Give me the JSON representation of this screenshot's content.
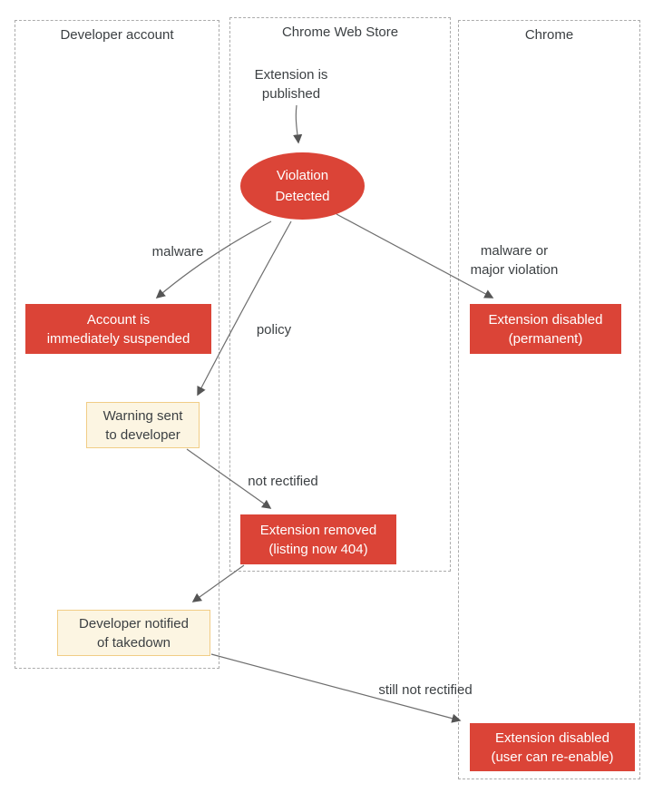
{
  "diagram": {
    "lanes": [
      {
        "label": "Developer account"
      },
      {
        "label": "Chrome Web Store"
      },
      {
        "label": "Chrome"
      }
    ],
    "nodes": {
      "published": "Extension is\npublished",
      "violation": "Violation\nDetected",
      "account_suspended": "Account is\nimmediately suspended",
      "ext_disabled_permanent": "Extension disabled\n(permanent)",
      "warning_sent": "Warning sent\nto developer",
      "ext_removed": "Extension removed\n(listing now 404)",
      "dev_notified": "Developer notified\nof takedown",
      "ext_disabled_reenable": "Extension disabled\n(user can re-enable)"
    },
    "edge_labels": {
      "malware": "malware",
      "policy": "policy",
      "malware_or_major": "malware or\nmajor violation",
      "not_rectified": "not rectified",
      "still_not_rectified": "still not rectified"
    },
    "colors": {
      "danger_red": "#db4437",
      "notice_fill": "#fcf5e2",
      "notice_border": "#f1cd86",
      "lane_border": "#ababab",
      "text": "#3c4043",
      "arrow": "#6e6e6e"
    }
  }
}
